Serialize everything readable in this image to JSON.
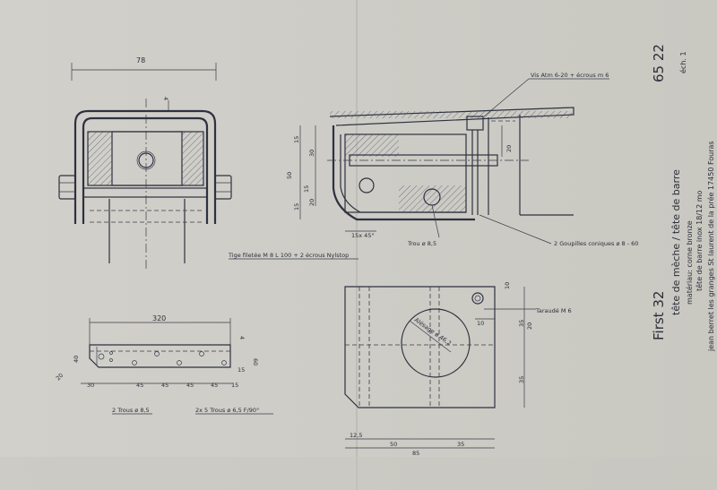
{
  "drawing_number": "65 22",
  "scale": "éch. 1",
  "title_block": {
    "line1": "First 32",
    "line2": "tête de mèche / tête de barre",
    "line3": "matériau: corne bronze",
    "line4": "tête de barre inox 18/12 mo",
    "line5": "jean berret  les granges  St laurent de la prée  17450 Fouras"
  },
  "dims": {
    "front_width": "78",
    "front_gap": "4",
    "side_50": "50",
    "side_15a": "15",
    "side_15b": "15",
    "side_30": "30",
    "side_15c": "15",
    "side_20": "20",
    "side_20b": "20",
    "chamfer": "15x 45°",
    "bar_320": "320",
    "bar_40": "40",
    "bar_60": "60",
    "bar_4": "4",
    "bar_15": "15",
    "bar_20": "20",
    "bar_30": "30",
    "bar_45a": "45",
    "bar_45b": "45",
    "bar_45c": "45",
    "bar_45d": "45",
    "bar_15b": "15",
    "plan_10": "10",
    "plan_10b": "10",
    "plan_35a": "35",
    "plan_20": "20",
    "plan_35b": "35",
    "plan_12_5": "12,5",
    "plan_50": "50",
    "plan_35c": "35",
    "plan_85": "85",
    "alesage": "Alésage ø 46,2"
  },
  "notes": {
    "vis": "Vis Atm 6-20 + écrous m 6",
    "tige": "Tige filetée M 8 L 100 + 2 écrous Nylstop",
    "trou": "Trou ø 8,5",
    "goupilles": "2 Goupilles coniques ø 8 - 60",
    "taraude": "Taraudé M 6",
    "trous_bar1": "2 Trous ø 8,5",
    "trous_bar2": "2x 5 Trous ø 6,5  F/90°"
  },
  "colors": {
    "paper": "#cfcdc6",
    "ink": "#2e3140"
  }
}
